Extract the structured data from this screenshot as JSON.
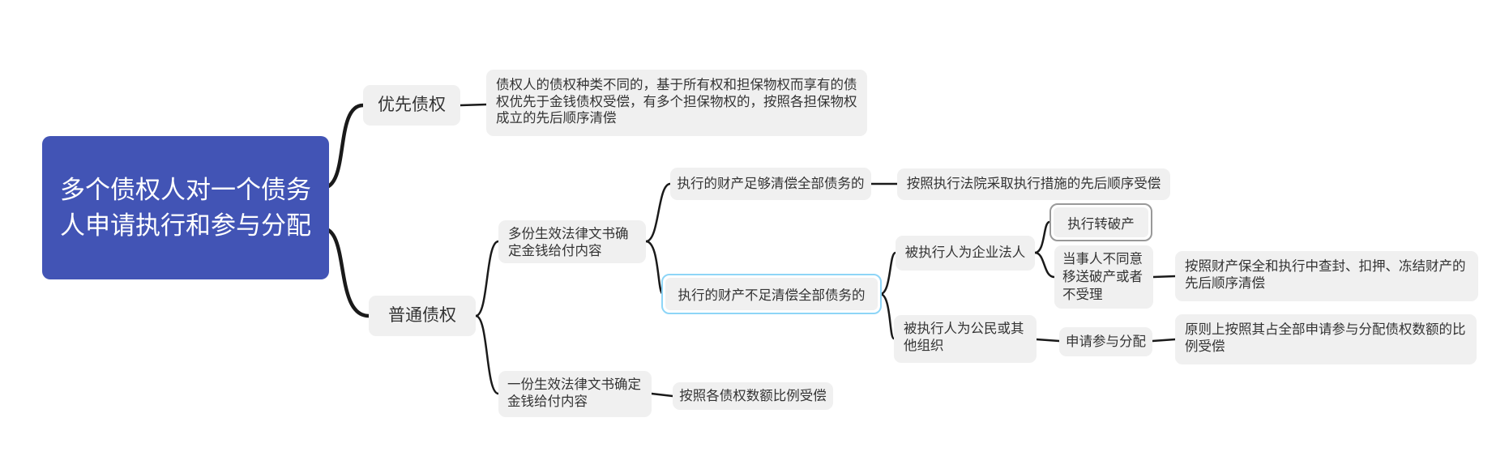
{
  "colors": {
    "root_bg": "#4254b5",
    "root_text": "#ffffff",
    "node_bg": "#f0f0f0",
    "node_text": "#333333",
    "connector": "#1a1a1a",
    "selected_border": "#8ed5f7",
    "outlined_border": "#999999"
  },
  "mindmap": {
    "root": "多个债权人对一个债务人申请执行和参与分配",
    "youxian": {
      "label": "优先债权",
      "detail": "债权人的债权种类不同的，基于所有权和担保物权而享有的债权优先于金钱债权受偿，有多个担保物权的，按照各担保物权成立的先后顺序清偿"
    },
    "putong": {
      "label": "普通债权",
      "duofen": {
        "label": "多份生效法律文书确定金钱给付内容",
        "zugou": {
          "label": "执行的财产足够清偿全部债务的",
          "result": "按照执行法院采取执行措施的先后顺序受偿"
        },
        "buzu": {
          "label": "执行的财产不足清偿全部债务的",
          "qiye": {
            "label": "被执行人为企业法人",
            "zhuanpochan": {
              "label": "执行转破产"
            },
            "butongyi": {
              "label": "当事人不同意移送破产或者不受理",
              "result": "按照财产保全和执行中查封、扣押、冻结财产的先后顺序清偿"
            }
          },
          "gongmin": {
            "label": "被执行人为公民或其他组织",
            "shenqing": {
              "label": "申请参与分配",
              "result": "原则上按照其占全部申请参与分配债权数额的比例受偿"
            }
          }
        }
      },
      "yifen": {
        "label": "一份生效法律文书确定金钱给付内容",
        "result": "按照各债权数额比例受偿"
      }
    }
  }
}
